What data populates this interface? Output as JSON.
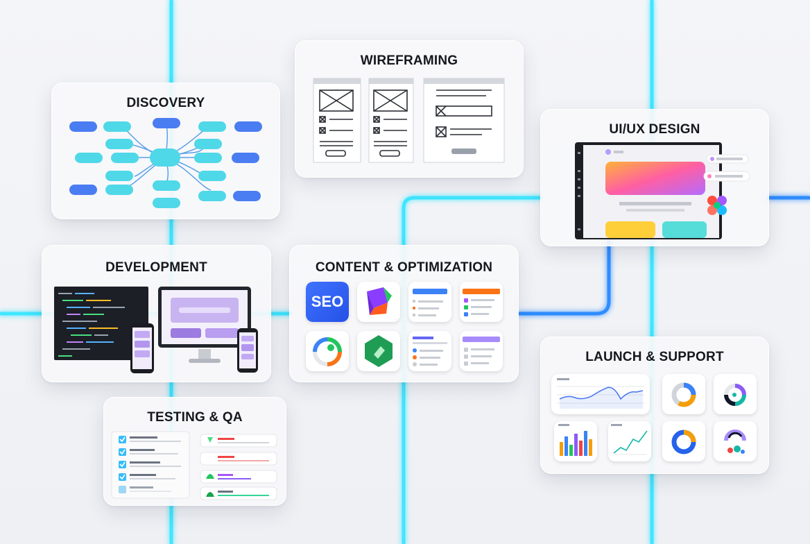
{
  "colors": {
    "glow": "#3ee7ff",
    "glow_blue": "#2e7dff",
    "node_blue": "#4b7df2",
    "node_cyan": "#4fd8e8"
  },
  "stages": {
    "discovery": "DISCOVERY",
    "wireframing": "WIREFRAMING",
    "uiux": "UI/UX DESIGN",
    "development": "DEVELOPMENT",
    "content": "CONTENT & OPTIMIZATION",
    "testing": "TESTING & QA",
    "launch": "LAUNCH & SUPPORT"
  },
  "seo_label": "SEO",
  "icons": [
    "mind-map-icon",
    "wireframe-icon",
    "design-mockup-icon",
    "code-editor-icon",
    "seo-icon",
    "checklist-icon",
    "analytics-chart-icon",
    "donut-chart-icon"
  ]
}
